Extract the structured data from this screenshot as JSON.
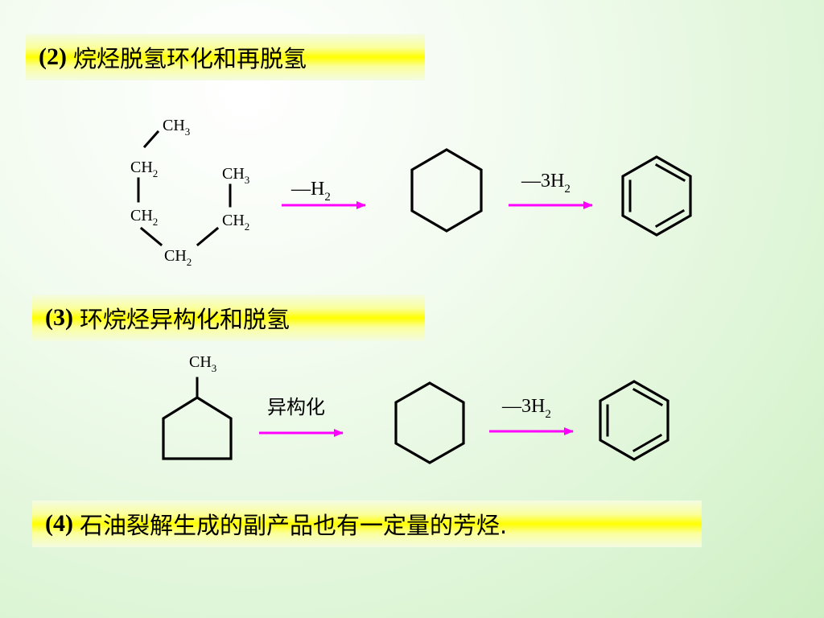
{
  "sections": {
    "s2": {
      "number": "(2)",
      "title": "烷烃脱氢环化和再脱氢"
    },
    "s3": {
      "number": "(3)",
      "title": "环烷烃异构化和脱氢"
    },
    "s4": {
      "number": "(4)",
      "title": "石油裂解生成的副产品也有一定量的芳烃."
    }
  },
  "reaction1": {
    "chain": [
      {
        "base": "CH",
        "sub": "3"
      },
      {
        "base": "CH",
        "sub": "2"
      },
      {
        "base": "CH",
        "sub": "3"
      },
      {
        "base": "CH",
        "sub": "2"
      },
      {
        "base": "CH",
        "sub": "2"
      },
      {
        "base": "CH",
        "sub": "2"
      }
    ],
    "step1": {
      "prefix": "—H",
      "sub": "2"
    },
    "step2": {
      "prefix": "—3H",
      "sub": "2"
    }
  },
  "reaction2": {
    "methyl": {
      "base": "CH",
      "sub": "3"
    },
    "step1": "异构化",
    "step2": {
      "prefix": "—3H",
      "sub": "2"
    }
  },
  "colors": {
    "arrow": "#ff00ff",
    "banner": "#ffff00"
  }
}
